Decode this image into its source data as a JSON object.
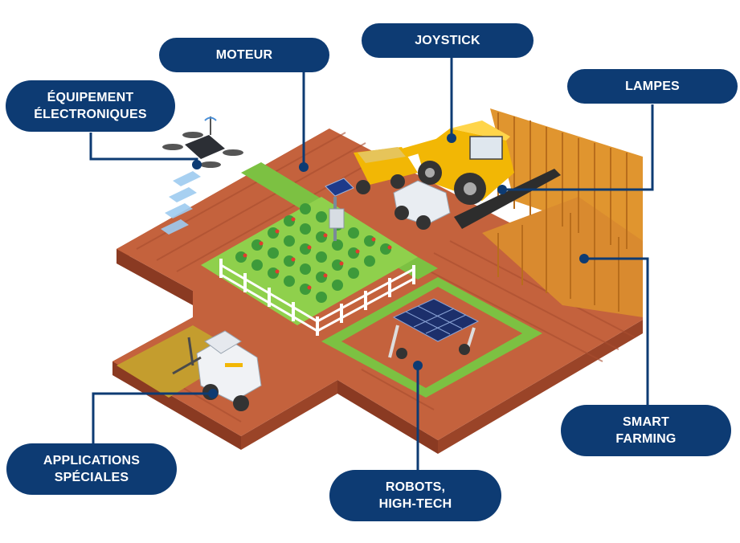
{
  "labels": {
    "moteur": "MOTEUR",
    "joystick": "JOYSTICK",
    "equipement": [
      "ÉQUIPEMENT",
      "ÉLECTRONIQUES"
    ],
    "lampes": "LAMPES",
    "smart_farming": [
      "SMART",
      "FARMING"
    ],
    "applications": [
      "APPLICATIONS",
      "SPÉCIALES"
    ],
    "robots": [
      "ROBOTS,",
      "HIGH-TECH"
    ]
  },
  "colors": {
    "label_bg": "#0d3b73",
    "label_text": "#ffffff",
    "soil": "#c4623d",
    "grass": "#7cc142",
    "wheat": "#d98a2f",
    "machine_yellow": "#f2b705"
  }
}
